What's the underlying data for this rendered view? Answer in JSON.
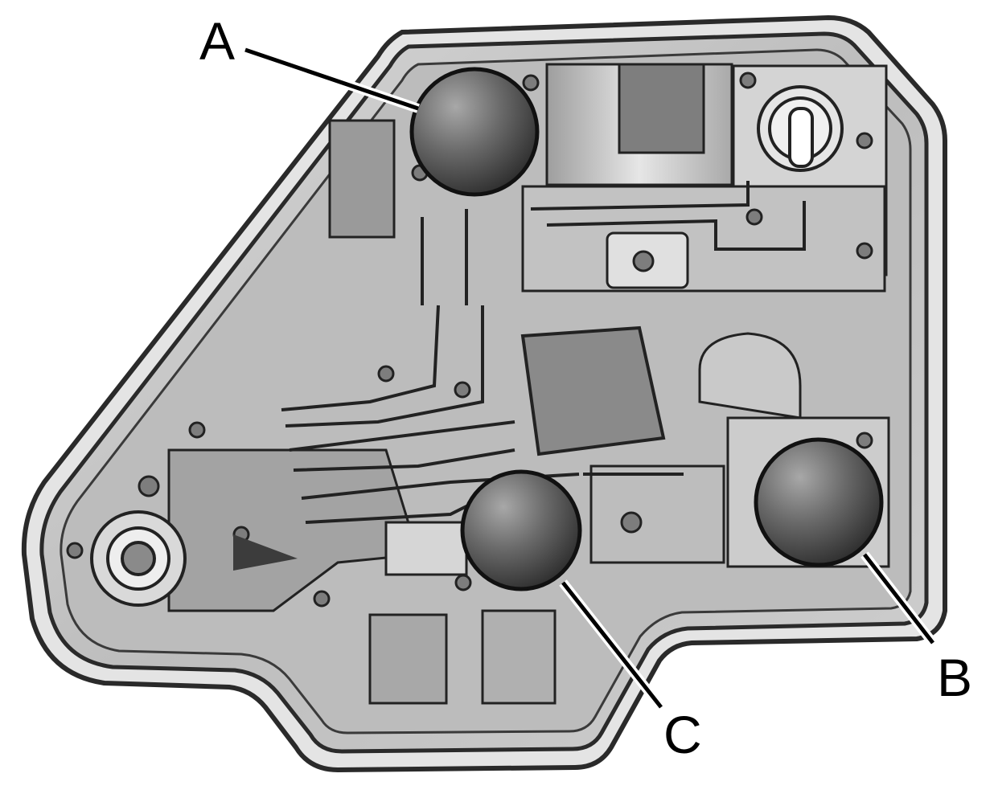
{
  "callouts": [
    {
      "id": "a",
      "letter": "A"
    },
    {
      "id": "b",
      "letter": "B"
    },
    {
      "id": "c",
      "letter": "C"
    }
  ],
  "colors": {
    "housing_outline": "#2a2a2a",
    "housing_fill": "#c8c8c8",
    "panel_gray": "#b4b4b4",
    "bulb_dark": "#2e2e2e",
    "bulb_light": "#9a9a9a",
    "leader_line": "#000000"
  }
}
